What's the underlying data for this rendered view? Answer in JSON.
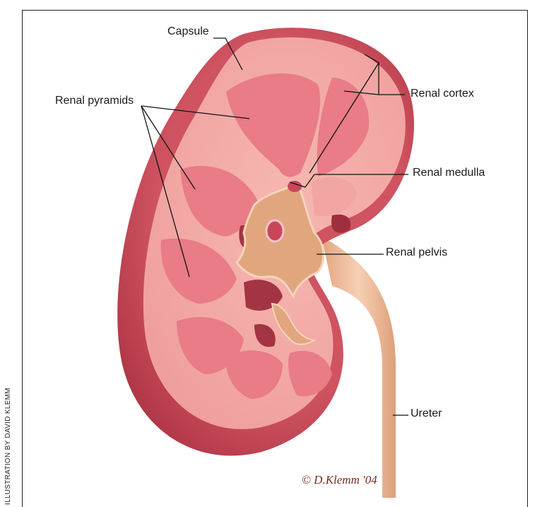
{
  "labels": {
    "capsule": "Capsule",
    "renal_pyramids": "Renal pyramids",
    "renal_cortex": "Renal cortex",
    "renal_medulla": "Renal medulla",
    "renal_pelvis": "Renal pelvis",
    "ureter": "Ureter"
  },
  "credit": "ILLUSTRATION BY DAVID KLEMM",
  "signature": "© D.Klemm '04",
  "colors": {
    "capsule": "#c94a57",
    "capsule_dark": "#a33443",
    "cortex": "#f2a6a3",
    "pyramid": "#e77d85",
    "pelvis": "#e7b08a",
    "ureter": "#efc2a2",
    "cavity": "#9e2f3d"
  }
}
